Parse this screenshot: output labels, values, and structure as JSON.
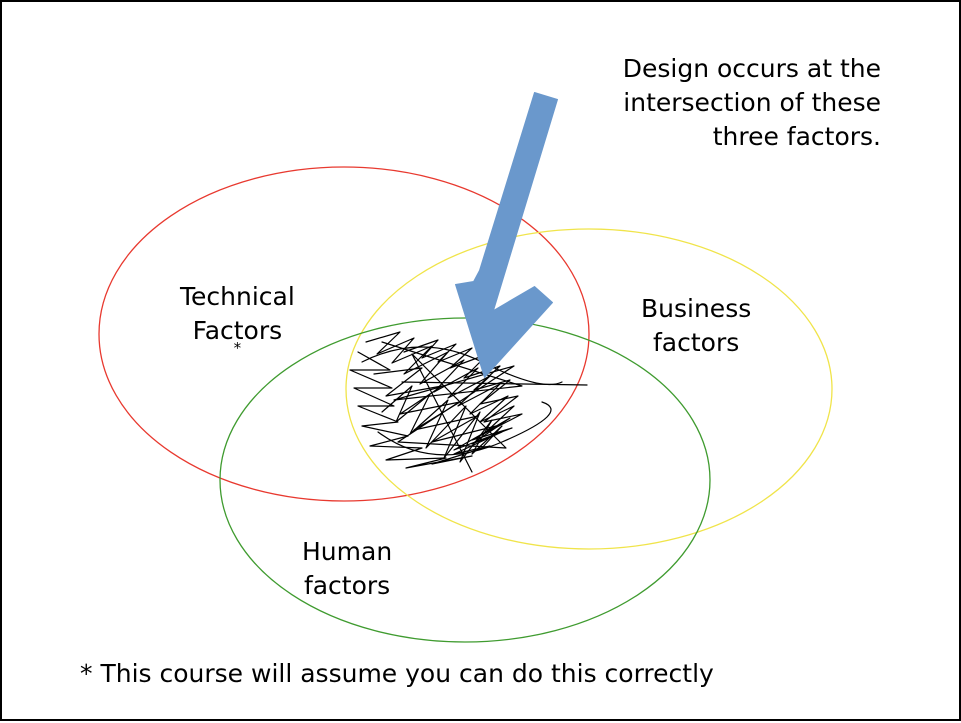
{
  "callout": {
    "lines": [
      "Design occurs at the",
      "intersection of these",
      "three factors."
    ]
  },
  "circles": {
    "technical": {
      "label_line1": "Technical",
      "label_line2": "Factors",
      "marker": "*",
      "color": "#e8392f"
    },
    "business": {
      "label_line1": "Business",
      "label_line2": "factors",
      "color": "#f0e44a"
    },
    "human": {
      "label_line1": "Human",
      "label_line2": "factors",
      "color": "#3f9b2f"
    }
  },
  "arrow": {
    "color": "#6a98cc",
    "icon": "arrow-down-icon"
  },
  "scribble": {
    "color": "#000000"
  },
  "footnote": {
    "text": "* This course will assume you can do this correctly"
  }
}
